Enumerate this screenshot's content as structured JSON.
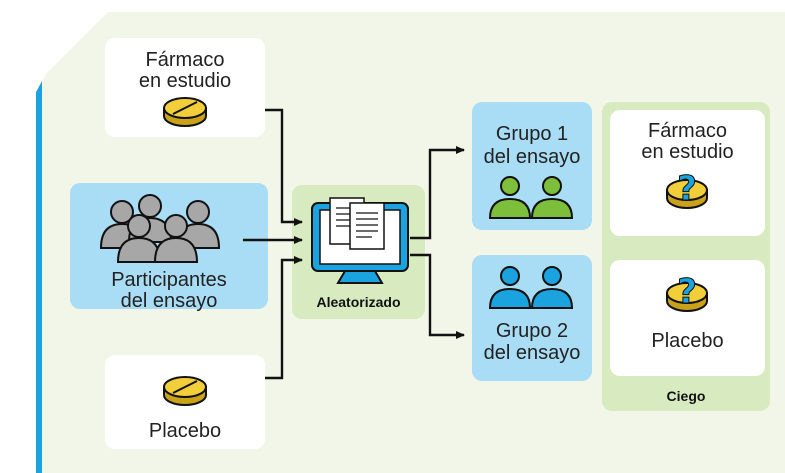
{
  "nodes": {
    "study_drug_left": [
      "Fármaco",
      "en estudio"
    ],
    "participants": [
      "Participantes",
      "del ensayo"
    ],
    "placebo_left": "Placebo",
    "randomized": "Aleatorizado",
    "group1": [
      "Grupo 1",
      "del ensayo"
    ],
    "group2": [
      "Grupo 2",
      "del ensayo"
    ],
    "study_drug_right": [
      "Fármaco",
      "en estudio"
    ],
    "placebo_right": "Placebo",
    "blind": "Ciego"
  },
  "colors": {
    "background": "#f1f6e9",
    "accent": "#1aa3df",
    "participants_box": "#a9dcf5",
    "randomized_box": "#d8ebc0",
    "blind_box": "#d8ebc0",
    "person_gray": "#a7a7a7",
    "person_green": "#7dbf3a",
    "person_blue": "#1aa3df",
    "pill": "#f2cf3a"
  },
  "icons": [
    "pill-icon",
    "people-group-icon",
    "computer-documents-icon",
    "person-pair-icon",
    "question-pill-icon"
  ]
}
